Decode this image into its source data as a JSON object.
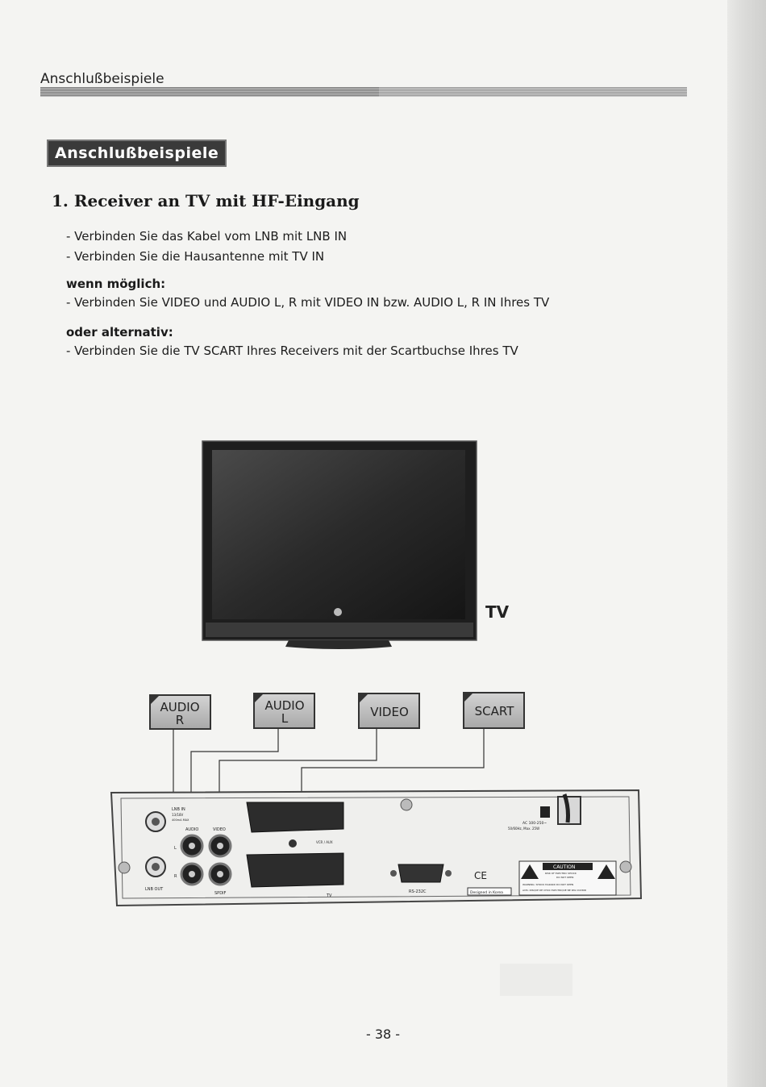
{
  "header": {
    "title": "Anschlußbeispiele"
  },
  "section": {
    "badge": "Anschlußbeispiele",
    "subtitle": "1. Receiver an TV mit HF-Eingang"
  },
  "instructions": {
    "lines": [
      "- Verbinden Sie das Kabel vom LNB mit LNB IN",
      "- Verbinden Sie die Hausantenne mit TV IN"
    ],
    "if_possible_heading": "wenn möglich:",
    "if_possible_line": "- Verbinden Sie VIDEO und AUDIO L, R mit VIDEO IN bzw. AUDIO L, R IN Ihres TV",
    "alternative_heading": "oder alternativ:",
    "alternative_line": "- Verbinden Sie die TV SCART Ihres Receivers mit der Scartbuchse Ihres TV"
  },
  "diagram": {
    "tv_label": "TV",
    "connector_badges": [
      {
        "line1": "AUDIO",
        "line2": "R"
      },
      {
        "line1": "AUDIO",
        "line2": "L"
      },
      {
        "line1": "VIDEO",
        "line2": ""
      },
      {
        "line1": "SCART",
        "line2": ""
      }
    ],
    "panel_labels": {
      "lnb_in": "LNB IN",
      "lnb_in_spec": "13/18V",
      "lnb_in_spec2": "400mA MAX",
      "lnb_out": "LNB OUT",
      "audio": "AUDIO",
      "video": "VIDEO",
      "l": "L",
      "r": "R",
      "spdif": "SPDIF",
      "vcr_aux": "VCR / AUX",
      "tv": "TV",
      "rs232c": "RS-232C",
      "ac_power": "AC 100-250~",
      "ac_power2": "50/60Hz, Max. 25W",
      "designed_in": "Designed in Korea",
      "caution": "CAUTION",
      "caution_text1": "RISK OF ELECTRIC SHOCK",
      "caution_text2": "DO NOT OPEN",
      "warning_text": "WARNING: SHOCK HAZARD DO NOT OPEN",
      "avis_text": "AVIS: RISQUE DE CHOC ELECTRIQUE NE PAS OUVRIR",
      "ce_mark": "CE"
    }
  },
  "footer": {
    "page_number": "- 38 -"
  }
}
